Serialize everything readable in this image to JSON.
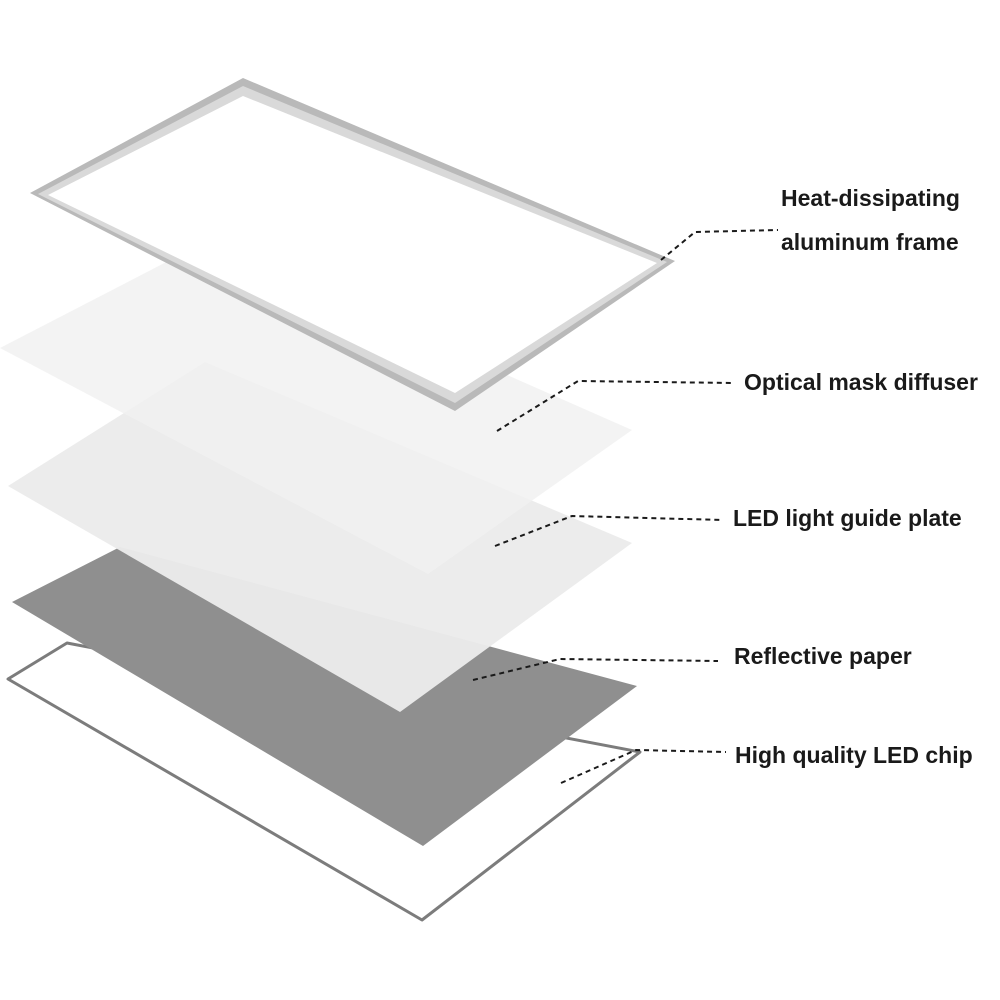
{
  "layers": [
    {
      "id": "frame",
      "label_lines": [
        "Heat-dissipating",
        "aluminum frame"
      ],
      "colors": {
        "outer": "#b9b9b9",
        "inner": "#d9d9d9",
        "fill": "#ffffff"
      }
    },
    {
      "id": "diffuser",
      "label_lines": [
        "Optical mask diffuser"
      ],
      "colors": {
        "fill": "#f1f1f1"
      }
    },
    {
      "id": "guide",
      "label_lines": [
        "LED light guide plate"
      ],
      "colors": {
        "fill": "#ebebeb"
      }
    },
    {
      "id": "reflective",
      "label_lines": [
        "Reflective paper"
      ],
      "colors": {
        "fill": "#8f8f8f"
      }
    },
    {
      "id": "chip",
      "label_lines": [
        "High quality LED chip"
      ],
      "colors": {
        "fill": "#ffffff",
        "stroke": "#7c7c7c"
      }
    }
  ]
}
